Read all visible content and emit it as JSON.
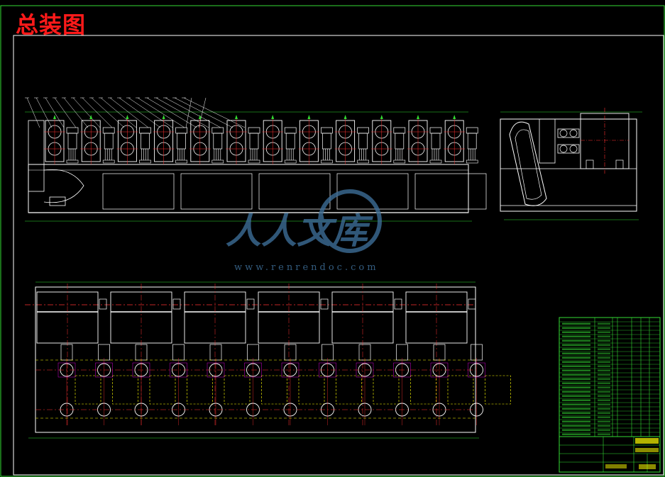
{
  "title": "总装图",
  "watermark": {
    "brand": "人人文库",
    "url": "www.renrendoc.com"
  },
  "colors": {
    "background": "#000000",
    "frame": "#ffffff",
    "outline": "#ffffff",
    "centerline": "#ff3030",
    "dimension": "#33dd33",
    "hidden": "#ffff00",
    "accent": "#ff00ff",
    "title_text": "#ff1a1a",
    "watermark": "#3d6d96"
  },
  "layout_counts": {
    "roll_stands_front": 12,
    "stands_plan": 6,
    "roll_pairs_plan": 12,
    "bom_rows": 28
  }
}
